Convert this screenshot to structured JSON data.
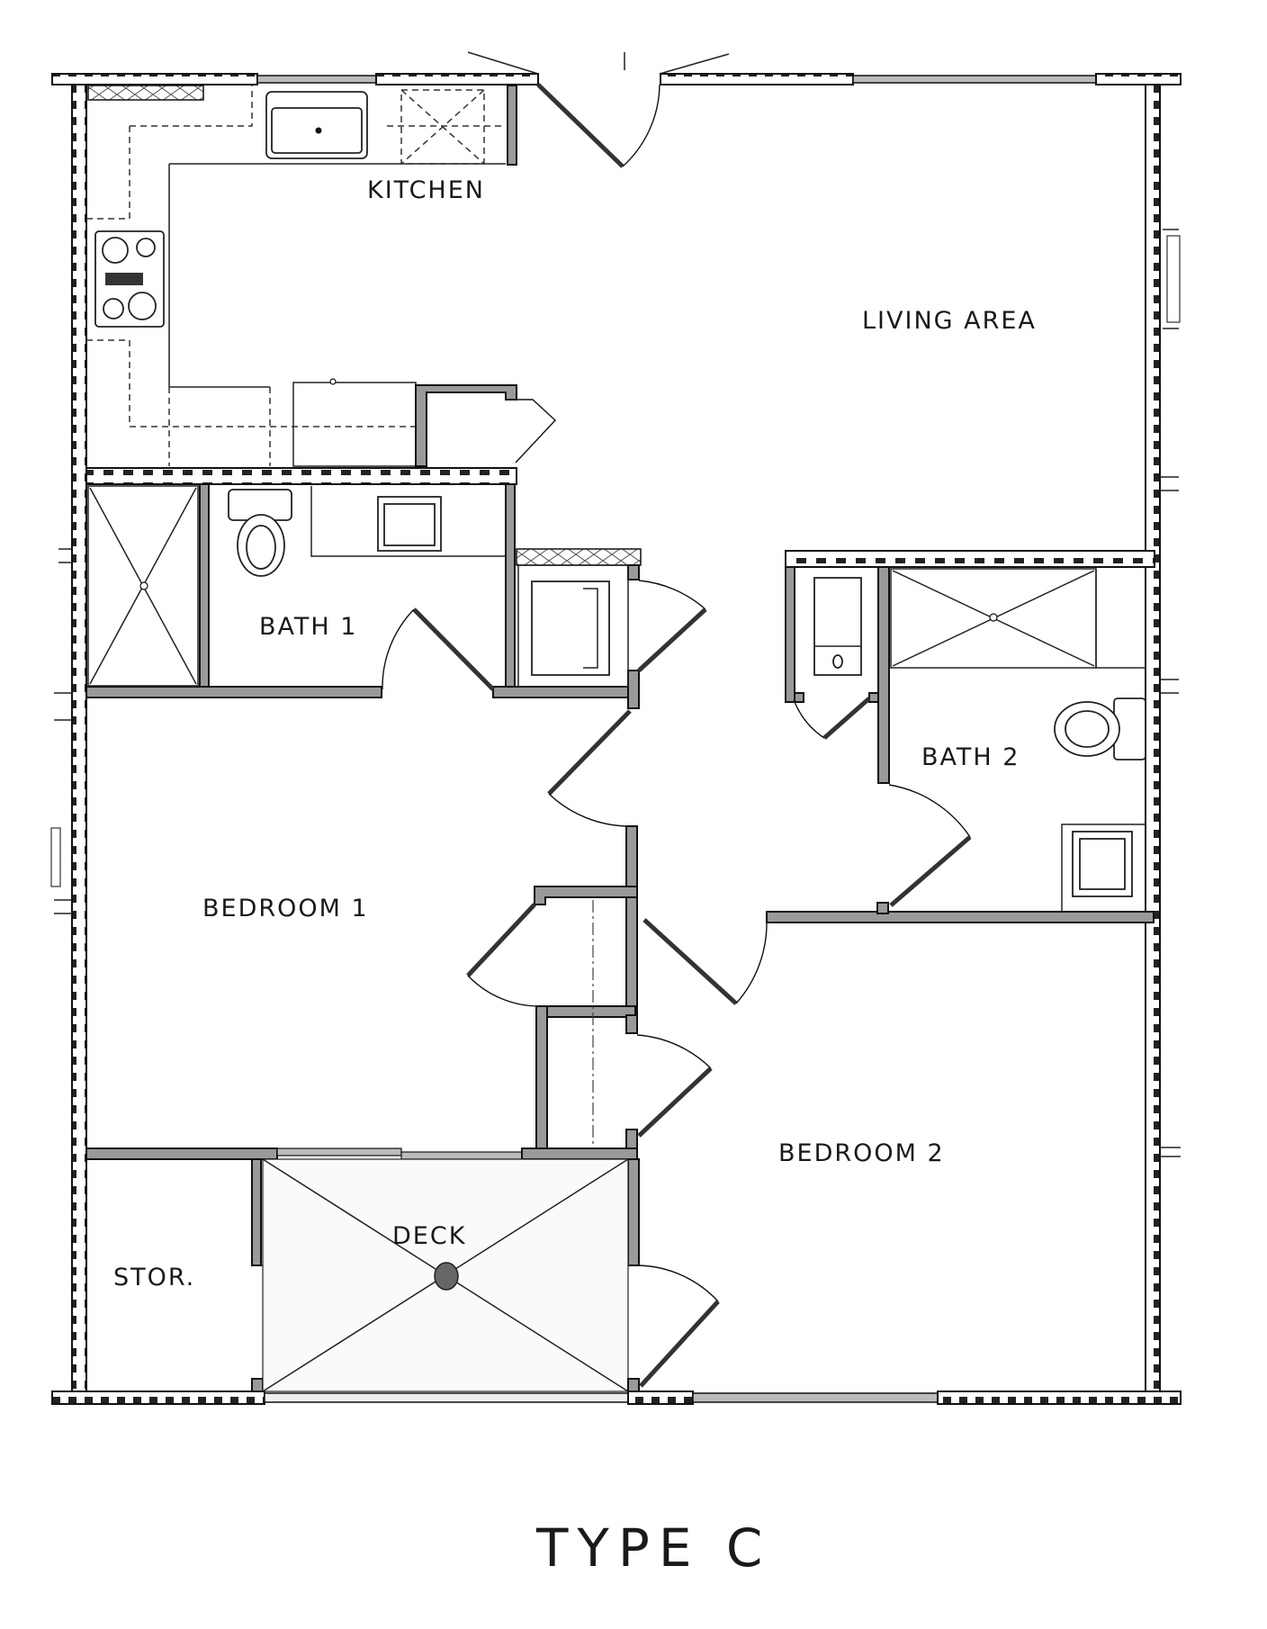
{
  "plan": {
    "title": "TYPE C",
    "rooms": [
      {
        "id": "kitchen",
        "label": "KITCHEN"
      },
      {
        "id": "living",
        "label": "LIVING AREA"
      },
      {
        "id": "bath1",
        "label": "BATH 1"
      },
      {
        "id": "bath2",
        "label": "BATH 2"
      },
      {
        "id": "bedroom1",
        "label": "BEDROOM 1"
      },
      {
        "id": "bedroom2",
        "label": "BEDROOM 2"
      },
      {
        "id": "storage",
        "label": "STOR."
      },
      {
        "id": "deck",
        "label": "DECK"
      }
    ],
    "colors": {
      "wall_fill": "#9a9a9a",
      "line": "#111111",
      "background": "#ffffff"
    }
  }
}
